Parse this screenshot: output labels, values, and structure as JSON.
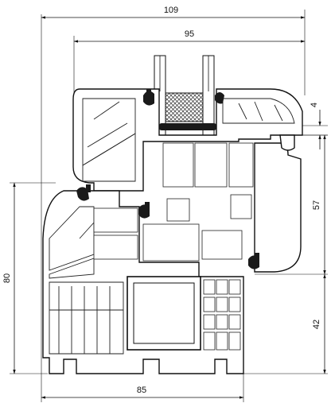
{
  "dimensions": {
    "top_total": "109",
    "top_sash": "95",
    "right_rebate": "4",
    "right_sash_height": "57",
    "left_frame_height": "80",
    "right_lower_height": "42",
    "bottom_frame_width": "85"
  }
}
